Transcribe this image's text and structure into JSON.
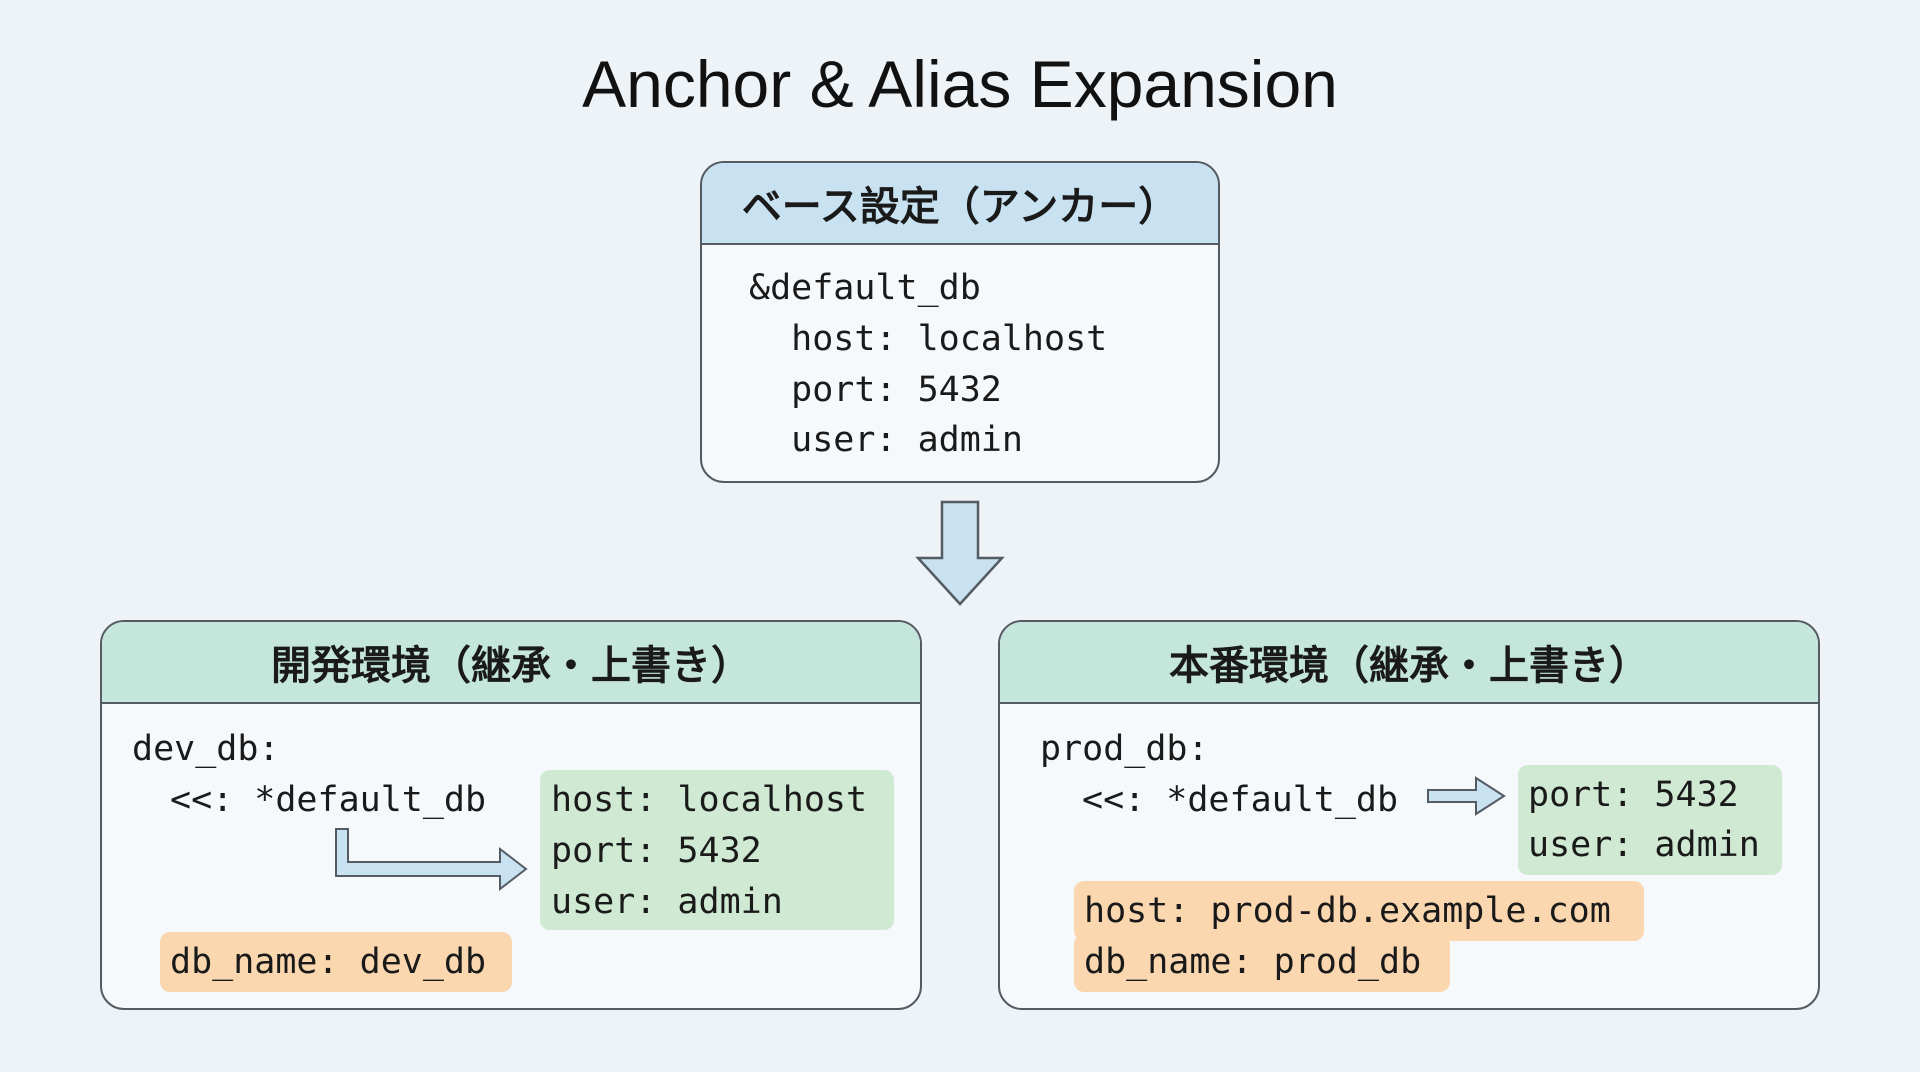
{
  "title": "Anchor & Alias Expansion",
  "colors": {
    "background": "#eef3f8",
    "anchor_header": "#c9e2f1",
    "env_header": "#c5e6da",
    "inherited_highlight": "#cfe9d3",
    "override_highlight": "#fbd7b0",
    "arrow_fill": "#c9e2f1",
    "border": "#555b63"
  },
  "anchor_box": {
    "header": "ベース設定（アンカー）",
    "lines": [
      "&default_db",
      "  host: localhost",
      "  port: 5432",
      "  user: admin"
    ]
  },
  "down_arrow": {
    "icon": "arrow-down-icon"
  },
  "dev_box": {
    "header": "開発環境（継承・上書き）",
    "key": "dev_db:",
    "merge": "<<: *default_db",
    "inherited": [
      "host: localhost",
      "port: 5432",
      "user: admin"
    ],
    "overrides": [
      "db_name: dev_db"
    ]
  },
  "prod_box": {
    "header": "本番環境（継承・上書き）",
    "key": "prod_db:",
    "merge": "<<: *default_db",
    "inherited": [
      "port: 5432",
      "user: admin"
    ],
    "overrides": [
      "host: prod-db.example.com",
      "db_name: prod_db"
    ]
  }
}
